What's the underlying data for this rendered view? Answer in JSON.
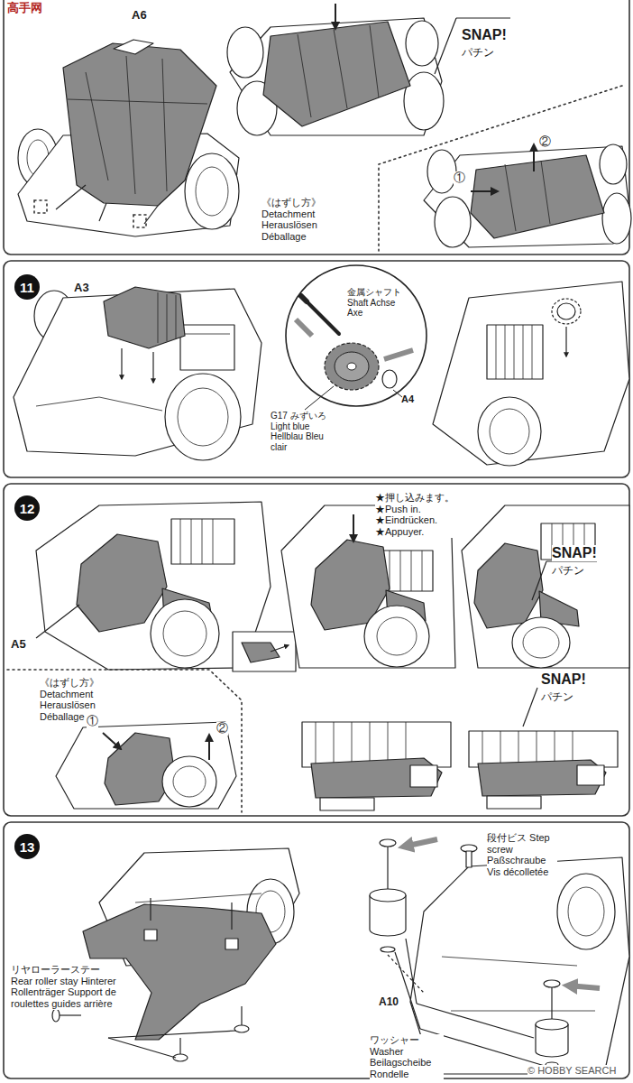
{
  "diagram": {
    "nodes": [
      {
        "text": [
          "11"
        ]
      },
      {
        "text": [
          "金属シャフト Shaft Achse Axe",
          "G17 みずいろ Light blue Hellblau Bleu clair",
          "A4"
        ]
      },
      {
        "text": [
          "12"
        ]
      },
      {
        "text": [
          "13"
        ]
      }
    ],
    "labels": [
      "A6",
      "SNAP!",
      "パチン",
      "①",
      "②",
      "《はずし方》 Detachment Herauslösen Déballage",
      "A3",
      "A5",
      "★押し込みます。 ★Push in. ★Eindrücken. ★Appuyer.",
      "SNAP!",
      "パチン",
      "《はずし方》 Detachment Herauslösen Déballage",
      "①",
      "②",
      "SNAP!",
      "パチン",
      "リヤローラーステー Rear roller stay Hinterer Rollenträger Support de roulettes guides arrière",
      "段付ビス Step screw Paßschraube Vis décolletée",
      "A10",
      "ワッシャー Washer Beilagscheibe Rondelle",
      "高手网",
      "© HOBBY SEARCH"
    ]
  }
}
